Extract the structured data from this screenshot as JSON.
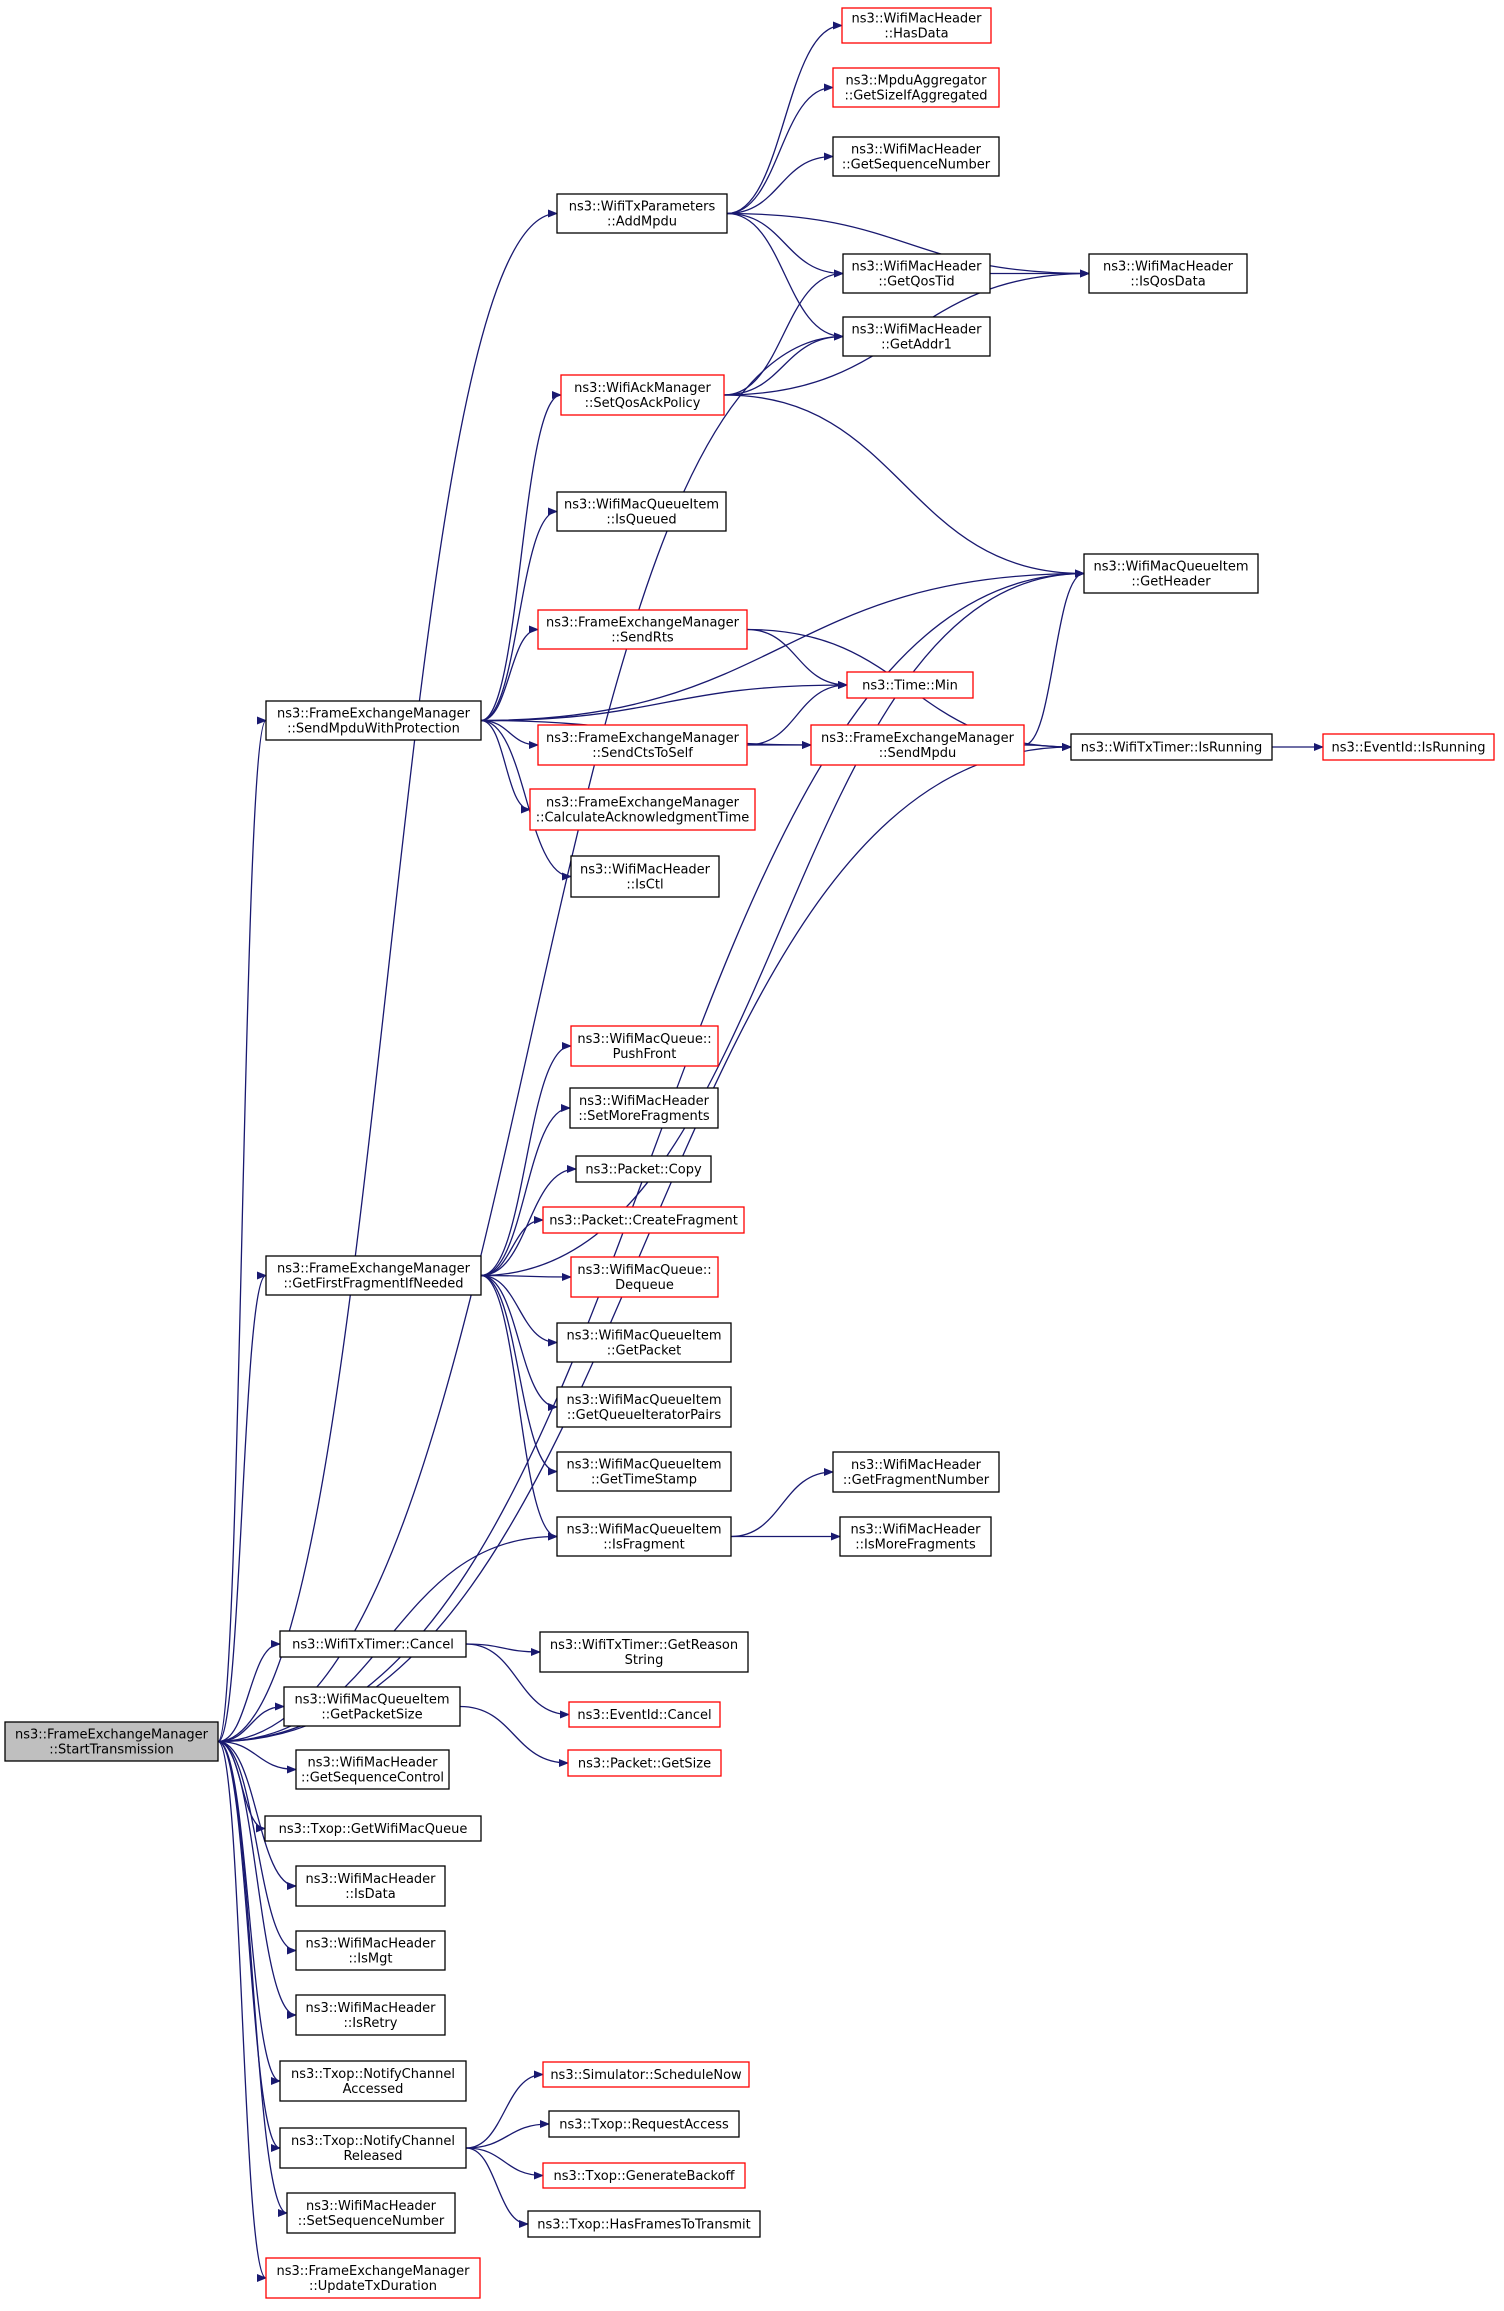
{
  "colors": {
    "edge": "#191970",
    "arrowhead": "#191970",
    "node_border_normal": "#000000",
    "node_border_undocumented": "#ff0000",
    "node_fill_root": "#bfbfbf",
    "node_fill": "#ffffff"
  },
  "nodes": [
    {
      "id": "start",
      "lines": [
        "ns3::FrameExchangeManager",
        "::StartTransmission"
      ],
      "style": "root"
    },
    {
      "id": "hasdata",
      "lines": [
        "ns3::WifiMacHeader",
        "::HasData"
      ],
      "style": "red"
    },
    {
      "id": "getsizeifagg",
      "lines": [
        "ns3::MpduAggregator",
        "::GetSizeIfAggregated"
      ],
      "style": "red"
    },
    {
      "id": "getseqnum",
      "lines": [
        "ns3::WifiMacHeader",
        "::GetSequenceNumber"
      ],
      "style": "black"
    },
    {
      "id": "addmpdu",
      "lines": [
        "ns3::WifiTxParameters",
        "::AddMpdu"
      ],
      "style": "black"
    },
    {
      "id": "getqostid",
      "lines": [
        "ns3::WifiMacHeader",
        "::GetQosTid"
      ],
      "style": "black"
    },
    {
      "id": "isqosdata",
      "lines": [
        "ns3::WifiMacHeader",
        "::IsQosData"
      ],
      "style": "black"
    },
    {
      "id": "getaddr1",
      "lines": [
        "ns3::WifiMacHeader",
        "::GetAddr1"
      ],
      "style": "black"
    },
    {
      "id": "setqosack",
      "lines": [
        "ns3::WifiAckManager",
        "::SetQosAckPolicy"
      ],
      "style": "red"
    },
    {
      "id": "isqueued",
      "lines": [
        "ns3::WifiMacQueueItem",
        "::IsQueued"
      ],
      "style": "black"
    },
    {
      "id": "getheader",
      "lines": [
        "ns3::WifiMacQueueItem",
        "::GetHeader"
      ],
      "style": "black"
    },
    {
      "id": "sendrts",
      "lines": [
        "ns3::FrameExchangeManager",
        "::SendRts"
      ],
      "style": "red"
    },
    {
      "id": "timemin",
      "lines": [
        "ns3::Time::Min"
      ],
      "style": "red"
    },
    {
      "id": "sendmpduprot",
      "lines": [
        "ns3::FrameExchangeManager",
        "::SendMpduWithProtection"
      ],
      "style": "black"
    },
    {
      "id": "sendctstoself",
      "lines": [
        "ns3::FrameExchangeManager",
        "::SendCtsToSelf"
      ],
      "style": "red"
    },
    {
      "id": "sendmpdu",
      "lines": [
        "ns3::FrameExchangeManager",
        "::SendMpdu"
      ],
      "style": "red"
    },
    {
      "id": "isrunning",
      "lines": [
        "ns3::WifiTxTimer::IsRunning"
      ],
      "style": "black"
    },
    {
      "id": "eventisrunning",
      "lines": [
        "ns3::EventId::IsRunning"
      ],
      "style": "red"
    },
    {
      "id": "calcack",
      "lines": [
        "ns3::FrameExchangeManager",
        "::CalculateAcknowledgmentTime"
      ],
      "style": "red"
    },
    {
      "id": "isctl",
      "lines": [
        "ns3::WifiMacHeader",
        "::IsCtl"
      ],
      "style": "black"
    },
    {
      "id": "pushfront",
      "lines": [
        "ns3::WifiMacQueue::",
        "PushFront"
      ],
      "style": "red"
    },
    {
      "id": "setmorefrag",
      "lines": [
        "ns3::WifiMacHeader",
        "::SetMoreFragments"
      ],
      "style": "black"
    },
    {
      "id": "pktcopy",
      "lines": [
        "ns3::Packet::Copy"
      ],
      "style": "black"
    },
    {
      "id": "createfrag",
      "lines": [
        "ns3::Packet::CreateFragment"
      ],
      "style": "red"
    },
    {
      "id": "getfirstfrag",
      "lines": [
        "ns3::FrameExchangeManager",
        "::GetFirstFragmentIfNeeded"
      ],
      "style": "black"
    },
    {
      "id": "dequeue",
      "lines": [
        "ns3::WifiMacQueue::",
        "Dequeue"
      ],
      "style": "red"
    },
    {
      "id": "getpacket",
      "lines": [
        "ns3::WifiMacQueueItem",
        "::GetPacket"
      ],
      "style": "black"
    },
    {
      "id": "getqiterpairs",
      "lines": [
        "ns3::WifiMacQueueItem",
        "::GetQueueIteratorPairs"
      ],
      "style": "black"
    },
    {
      "id": "gettimestamp",
      "lines": [
        "ns3::WifiMacQueueItem",
        "::GetTimeStamp"
      ],
      "style": "black"
    },
    {
      "id": "getfragnum",
      "lines": [
        "ns3::WifiMacHeader",
        "::GetFragmentNumber"
      ],
      "style": "black"
    },
    {
      "id": "isfragment",
      "lines": [
        "ns3::WifiMacQueueItem",
        "::IsFragment"
      ],
      "style": "black"
    },
    {
      "id": "ismorefrag",
      "lines": [
        "ns3::WifiMacHeader",
        "::IsMoreFragments"
      ],
      "style": "black"
    },
    {
      "id": "timercancel",
      "lines": [
        "ns3::WifiTxTimer::Cancel"
      ],
      "style": "black"
    },
    {
      "id": "getreason",
      "lines": [
        "ns3::WifiTxTimer::GetReason",
        "String"
      ],
      "style": "black"
    },
    {
      "id": "eventcancel",
      "lines": [
        "ns3::EventId::Cancel"
      ],
      "style": "red"
    },
    {
      "id": "getpacketsize",
      "lines": [
        "ns3::WifiMacQueueItem",
        "::GetPacketSize"
      ],
      "style": "black"
    },
    {
      "id": "pktgetsize",
      "lines": [
        "ns3::Packet::GetSize"
      ],
      "style": "red"
    },
    {
      "id": "getseqctrl",
      "lines": [
        "ns3::WifiMacHeader",
        "::GetSequenceControl"
      ],
      "style": "black"
    },
    {
      "id": "getwifimacq",
      "lines": [
        "ns3::Txop::GetWifiMacQueue"
      ],
      "style": "black"
    },
    {
      "id": "isdata",
      "lines": [
        "ns3::WifiMacHeader",
        "::IsData"
      ],
      "style": "black"
    },
    {
      "id": "ismgt",
      "lines": [
        "ns3::WifiMacHeader",
        "::IsMgt"
      ],
      "style": "black"
    },
    {
      "id": "isretry",
      "lines": [
        "ns3::WifiMacHeader",
        "::IsRetry"
      ],
      "style": "black"
    },
    {
      "id": "notifyaccessed",
      "lines": [
        "ns3::Txop::NotifyChannel",
        "Accessed"
      ],
      "style": "black"
    },
    {
      "id": "schedulenow",
      "lines": [
        "ns3::Simulator::ScheduleNow"
      ],
      "style": "red"
    },
    {
      "id": "requestaccess",
      "lines": [
        "ns3::Txop::RequestAccess"
      ],
      "style": "black"
    },
    {
      "id": "notifyreleased",
      "lines": [
        "ns3::Txop::NotifyChannel",
        "Released"
      ],
      "style": "black"
    },
    {
      "id": "genbackoff",
      "lines": [
        "ns3::Txop::GenerateBackoff"
      ],
      "style": "red"
    },
    {
      "id": "hasframes",
      "lines": [
        "ns3::Txop::HasFramesToTransmit"
      ],
      "style": "black"
    },
    {
      "id": "setseqnum",
      "lines": [
        "ns3::WifiMacHeader",
        "::SetSequenceNumber"
      ],
      "style": "black"
    },
    {
      "id": "updatetxdur",
      "lines": [
        "ns3::FrameExchangeManager",
        "::UpdateTxDuration"
      ],
      "style": "red"
    }
  ],
  "edges": [
    [
      "start",
      "addmpdu"
    ],
    [
      "start",
      "getaddr1"
    ],
    [
      "start",
      "getheader"
    ],
    [
      "start",
      "sendmpduprot"
    ],
    [
      "start",
      "getfirstfrag"
    ],
    [
      "start",
      "isfragment"
    ],
    [
      "start",
      "isrunning"
    ],
    [
      "start",
      "timercancel"
    ],
    [
      "start",
      "getpacketsize"
    ],
    [
      "start",
      "getseqctrl"
    ],
    [
      "start",
      "getwifimacq"
    ],
    [
      "start",
      "isdata"
    ],
    [
      "start",
      "ismgt"
    ],
    [
      "start",
      "isretry"
    ],
    [
      "start",
      "notifyaccessed"
    ],
    [
      "start",
      "notifyreleased"
    ],
    [
      "start",
      "setseqnum"
    ],
    [
      "start",
      "updatetxdur"
    ],
    [
      "addmpdu",
      "hasdata"
    ],
    [
      "addmpdu",
      "getsizeifagg"
    ],
    [
      "addmpdu",
      "getseqnum"
    ],
    [
      "addmpdu",
      "getqostid"
    ],
    [
      "addmpdu",
      "isqosdata"
    ],
    [
      "addmpdu",
      "getaddr1"
    ],
    [
      "getqostid",
      "isqosdata"
    ],
    [
      "setqosack",
      "getqostid"
    ],
    [
      "setqosack",
      "getaddr1"
    ],
    [
      "setqosack",
      "isqosdata"
    ],
    [
      "setqosack",
      "getheader"
    ],
    [
      "sendmpduprot",
      "setqosack"
    ],
    [
      "sendmpduprot",
      "isqueued"
    ],
    [
      "sendmpduprot",
      "getheader"
    ],
    [
      "sendmpduprot",
      "sendrts"
    ],
    [
      "sendmpduprot",
      "timemin"
    ],
    [
      "sendmpduprot",
      "sendctstoself"
    ],
    [
      "sendmpduprot",
      "calcack"
    ],
    [
      "sendmpduprot",
      "isctl"
    ],
    [
      "sendmpduprot",
      "sendmpdu"
    ],
    [
      "sendrts",
      "timemin"
    ],
    [
      "sendrts",
      "isrunning"
    ],
    [
      "sendctstoself",
      "timemin"
    ],
    [
      "sendctstoself",
      "sendmpdu"
    ],
    [
      "sendmpdu",
      "getheader"
    ],
    [
      "sendmpdu",
      "isrunning"
    ],
    [
      "isrunning",
      "eventisrunning"
    ],
    [
      "getfirstfrag",
      "getheader"
    ],
    [
      "getfirstfrag",
      "pushfront"
    ],
    [
      "getfirstfrag",
      "setmorefrag"
    ],
    [
      "getfirstfrag",
      "pktcopy"
    ],
    [
      "getfirstfrag",
      "createfrag"
    ],
    [
      "getfirstfrag",
      "dequeue"
    ],
    [
      "getfirstfrag",
      "getpacket"
    ],
    [
      "getfirstfrag",
      "getqiterpairs"
    ],
    [
      "getfirstfrag",
      "gettimestamp"
    ],
    [
      "getfirstfrag",
      "isfragment"
    ],
    [
      "isfragment",
      "getfragnum"
    ],
    [
      "isfragment",
      "ismorefrag"
    ],
    [
      "timercancel",
      "getreason"
    ],
    [
      "timercancel",
      "eventcancel"
    ],
    [
      "getpacketsize",
      "pktgetsize"
    ],
    [
      "notifyreleased",
      "schedulenow"
    ],
    [
      "notifyreleased",
      "requestaccess"
    ],
    [
      "notifyreleased",
      "genbackoff"
    ],
    [
      "notifyreleased",
      "hasframes"
    ]
  ]
}
